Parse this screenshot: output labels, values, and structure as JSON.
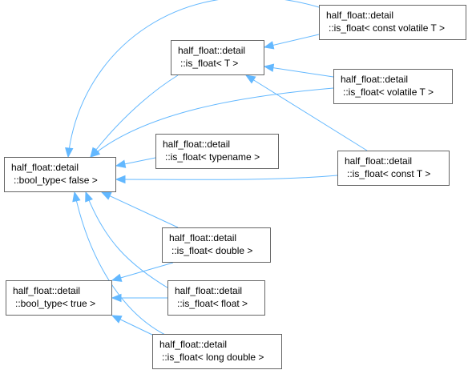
{
  "nodes": {
    "bool_false": {
      "line1": "half_float::detail",
      "line2": "::bool_type< false >"
    },
    "bool_true": {
      "line1": "half_float::detail",
      "line2": "::bool_type< true >"
    },
    "is_float_T": {
      "line1": "half_float::detail",
      "line2": "::is_float< T >"
    },
    "is_float_const_volatile": {
      "line1": "half_float::detail",
      "line2": "::is_float< const volatile T >"
    },
    "is_float_volatile": {
      "line1": "half_float::detail",
      "line2": "::is_float< volatile T >"
    },
    "is_float_typename": {
      "line1": "half_float::detail",
      "line2": "::is_float< typename >"
    },
    "is_float_const": {
      "line1": "half_float::detail",
      "line2": "::is_float< const T >"
    },
    "is_float_double": {
      "line1": "half_float::detail",
      "line2": "::is_float< double >"
    },
    "is_float_float": {
      "line1": "half_float::detail",
      "line2": "::is_float< float >"
    },
    "is_float_long_double": {
      "line1": "half_float::detail",
      "line2": "::is_float< long double >"
    }
  },
  "edge_color": "#63b8ff",
  "border_color": "#666666",
  "edges": [
    {
      "from": "is_float_const_volatile",
      "to": "is_float_T"
    },
    {
      "from": "is_float_volatile",
      "to": "is_float_T"
    },
    {
      "from": "is_float_const",
      "to": "is_float_T"
    },
    {
      "from": "is_float_const_volatile",
      "to": "bool_false"
    },
    {
      "from": "is_float_T",
      "to": "bool_false"
    },
    {
      "from": "is_float_volatile",
      "to": "bool_false"
    },
    {
      "from": "is_float_typename",
      "to": "bool_false"
    },
    {
      "from": "is_float_const",
      "to": "bool_false"
    },
    {
      "from": "is_float_double",
      "to": "bool_false"
    },
    {
      "from": "is_float_float",
      "to": "bool_false"
    },
    {
      "from": "is_float_long_double",
      "to": "bool_false"
    },
    {
      "from": "is_float_double",
      "to": "bool_true"
    },
    {
      "from": "is_float_float",
      "to": "bool_true"
    },
    {
      "from": "is_float_long_double",
      "to": "bool_true"
    }
  ]
}
